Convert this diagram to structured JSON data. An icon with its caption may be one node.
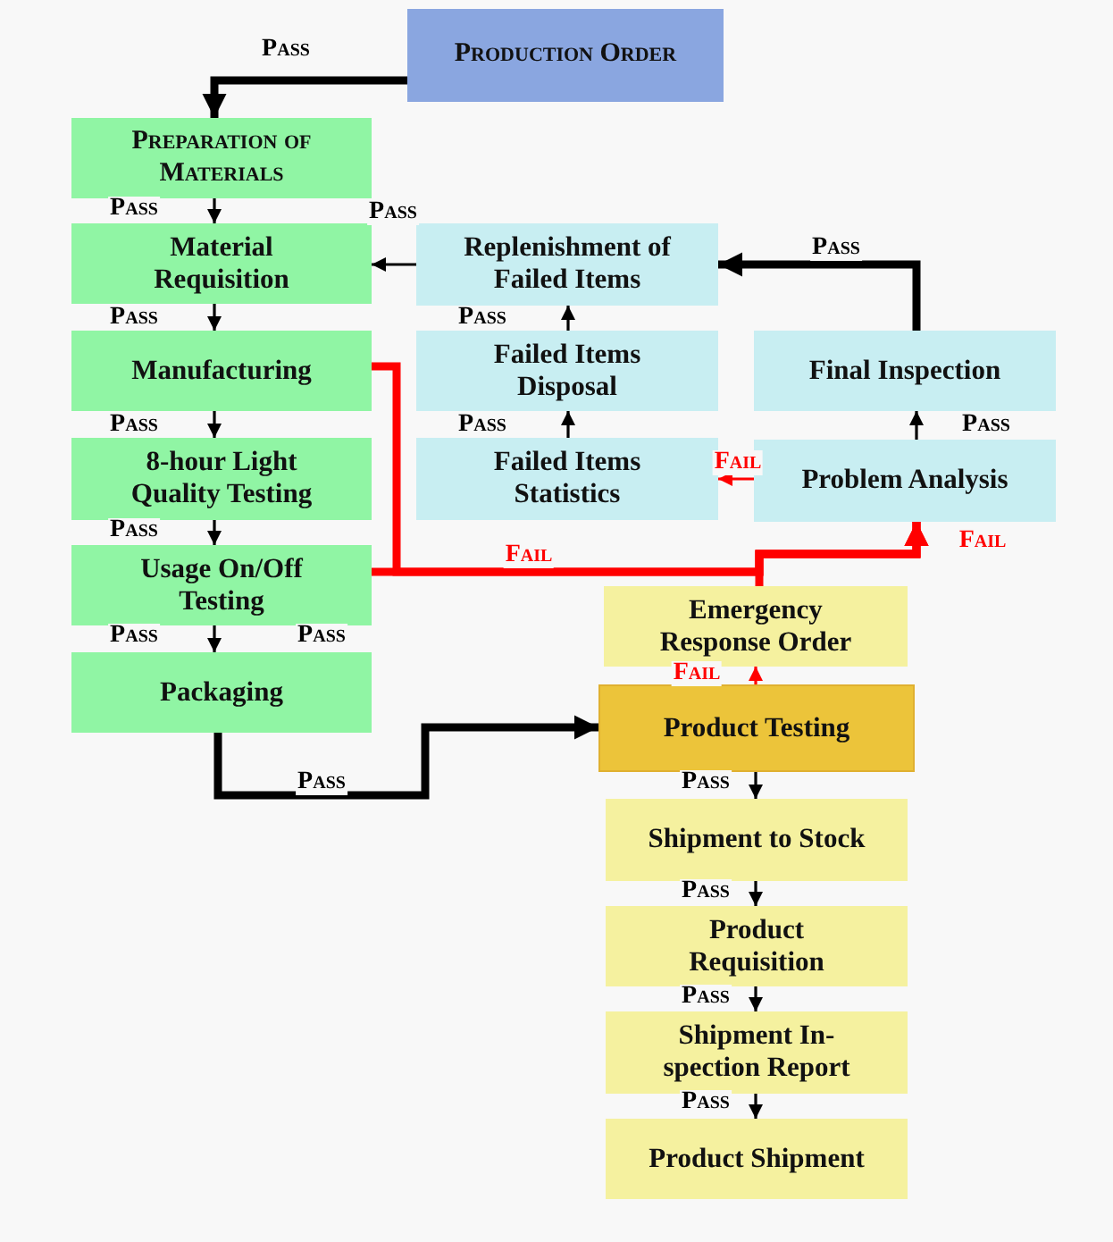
{
  "diagram": {
    "nodes": [
      {
        "text": [
          "Production Order"
        ]
      },
      {
        "text": [
          "Preparation of Materials"
        ]
      },
      {
        "text": [
          "Material Requisition"
        ]
      },
      {
        "text": [
          "Manufacturing"
        ]
      },
      {
        "text": [
          "8-hour Light Quality Testing"
        ]
      },
      {
        "text": [
          "Usage On/Off Testing"
        ]
      },
      {
        "text": [
          "Packaging"
        ]
      },
      {
        "text": [
          "Replenishment of Failed Items"
        ]
      },
      {
        "text": [
          "Failed Items Disposal"
        ]
      },
      {
        "text": [
          "Failed Items Statistics"
        ]
      },
      {
        "text": [
          "Final Inspection"
        ]
      },
      {
        "text": [
          "Problem Analysis"
        ]
      },
      {
        "text": [
          "Emergency Response Order"
        ]
      },
      {
        "text": [
          "Product Testing"
        ]
      },
      {
        "text": [
          "Shipment to Stock"
        ]
      },
      {
        "text": [
          "Product Requisition"
        ]
      },
      {
        "text": [
          "Shipment In- spection Report"
        ]
      },
      {
        "text": [
          "Product Shipment"
        ]
      }
    ],
    "edges": [
      {
        "from": 0,
        "to": 1,
        "arrow": "to",
        "label": "Pass",
        "style": "thick"
      },
      {
        "from": 1,
        "to": 2,
        "arrow": "to",
        "label": "Pass"
      },
      {
        "from": 2,
        "to": 3,
        "arrow": "to",
        "label": "Pass"
      },
      {
        "from": 3,
        "to": 4,
        "arrow": "to",
        "label": "Pass"
      },
      {
        "from": 4,
        "to": 5,
        "arrow": "to",
        "label": "Pass"
      },
      {
        "from": 5,
        "to": 6,
        "arrow": "to",
        "label": "Pass"
      },
      {
        "from": 7,
        "to": 2,
        "arrow": "to",
        "label": "Pass"
      },
      {
        "from": 8,
        "to": 7,
        "arrow": "to",
        "label": "Pass"
      },
      {
        "from": 9,
        "to": 8,
        "arrow": "to",
        "label": "Pass"
      },
      {
        "from": 11,
        "to": 9,
        "arrow": "to",
        "label": "Fail",
        "color": "#ff0000"
      },
      {
        "from": 11,
        "to": 10,
        "arrow": "to",
        "label": "Pass"
      },
      {
        "from": 10,
        "to": 7,
        "arrow": "to",
        "label": "Pass",
        "style": "thick"
      },
      {
        "from": 6,
        "to": 13,
        "arrow": "to",
        "label": "Pass",
        "style": "thick"
      },
      {
        "from": 13,
        "to": 12,
        "arrow": "to",
        "label": "Fail",
        "color": "#ff0000"
      },
      {
        "from": 3,
        "to": 11,
        "arrow": "to",
        "label": "Fail",
        "style": "thick",
        "color": "#ff0000"
      },
      {
        "from": 5,
        "to": 11,
        "arrow": "to",
        "style": "thick",
        "color": "#ff0000"
      },
      {
        "from": 12,
        "to": 11,
        "arrow": "to",
        "label": "Fail",
        "style": "thick",
        "color": "#ff0000"
      },
      {
        "from": 13,
        "to": 14,
        "arrow": "to",
        "label": "Pass"
      },
      {
        "from": 14,
        "to": 15,
        "arrow": "to",
        "label": "Pass"
      },
      {
        "from": 15,
        "to": 16,
        "arrow": "to",
        "label": "Pass"
      },
      {
        "from": 16,
        "to": 17,
        "arrow": "to",
        "label": "Pass"
      }
    ],
    "labels": [
      "Pass"
    ]
  }
}
